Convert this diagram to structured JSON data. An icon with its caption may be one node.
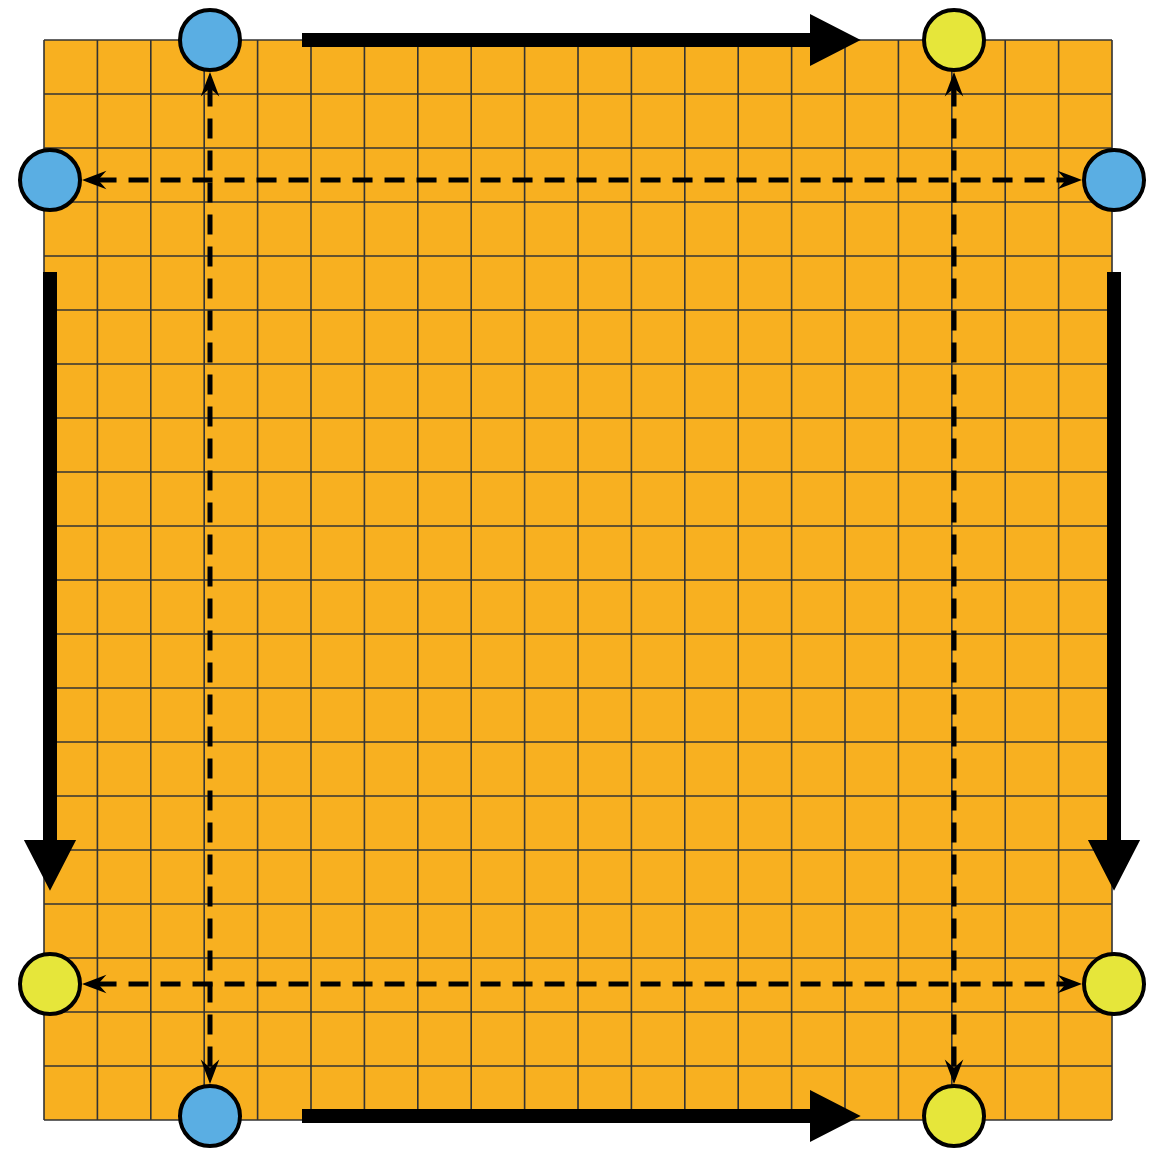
{
  "diagram": {
    "nodes": [
      {
        "text": [],
        "shape": "circle"
      },
      {
        "text": [],
        "shape": "circle"
      },
      {
        "text": [],
        "shape": "circle"
      },
      {
        "text": [],
        "shape": "circle"
      },
      {
        "text": [],
        "shape": "circle"
      },
      {
        "text": [],
        "shape": "circle"
      },
      {
        "text": [],
        "shape": "circle"
      },
      {
        "text": [],
        "shape": "circle"
      }
    ],
    "edges": [
      {
        "from": 0,
        "to": 1,
        "arrow": "to",
        "style": "thick"
      },
      {
        "from": 2,
        "to": 4,
        "arrow": "to",
        "style": "thick"
      },
      {
        "from": 3,
        "to": 5,
        "arrow": "to",
        "style": "thick"
      },
      {
        "from": 6,
        "to": 7,
        "arrow": "to",
        "style": "thick"
      },
      {
        "from": 2,
        "to": 3,
        "arrow": "both",
        "style": "dashed"
      },
      {
        "from": 4,
        "to": 5,
        "arrow": "both",
        "style": "dashed"
      },
      {
        "from": 0,
        "to": 6,
        "arrow": "both",
        "style": "dashed"
      },
      {
        "from": 1,
        "to": 7,
        "arrow": "both",
        "style": "dashed"
      }
    ]
  }
}
